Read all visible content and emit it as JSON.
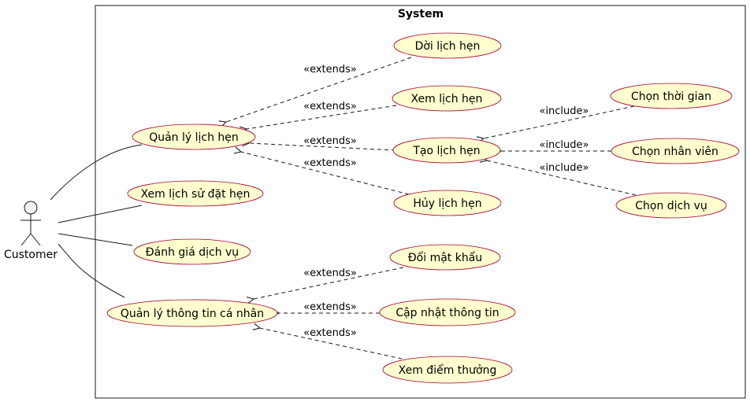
{
  "system": {
    "title": "System"
  },
  "actor": {
    "name": "Customer"
  },
  "colors": {
    "usecase_fill": "#FEFECE",
    "usecase_stroke": "#A80036",
    "line": "#181818",
    "background": "#FFFFFF"
  },
  "use_cases": {
    "quan_ly_lich_hen": "Quản lý lịch hẹn",
    "xem_lich_su": "Xem lịch sử đặt hẹn",
    "danh_gia": "Đánh giá dịch vụ",
    "quan_ly_thong_tin": "Quản lý thông tin cá nhân",
    "doi_lich_hen": "Dời lịch hẹn",
    "xem_lich_hen": "Xem lịch hẹn",
    "tao_lich_hen": "Tạo lịch hẹn",
    "huy_lich_hen": "Hủy lịch hẹn",
    "chon_thoi_gian": "Chọn thời gian",
    "chon_nhan_vien": "Chọn nhân viên",
    "chon_dich_vu": "Chọn dịch vụ",
    "doi_mat_khau": "Đổi mật khẩu",
    "cap_nhat_thong_tin": "Cập nhật thông tin",
    "xem_diem_thuong": "Xem điểm thưởng"
  },
  "relations": {
    "extends": "«extends»",
    "include": "«include»"
  }
}
